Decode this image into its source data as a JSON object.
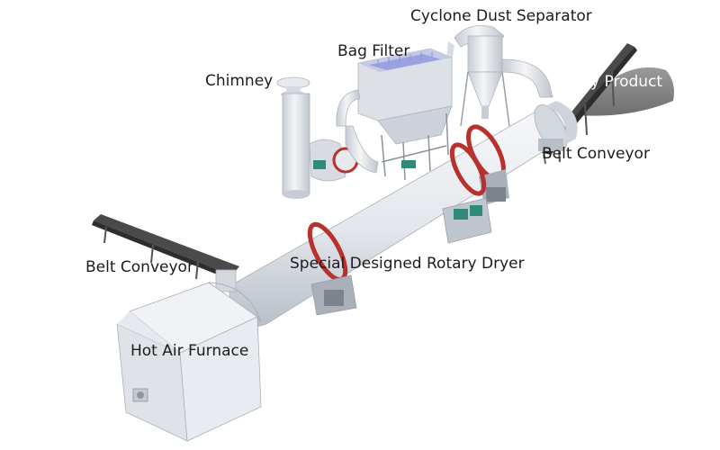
{
  "labels": {
    "cyclone_dust_separator": "Cyclone Dust Separator",
    "bag_filter": "Bag Filter",
    "chimney": "Chimney",
    "dry_product": "Dry Product",
    "belt_conveyor_right": "Belt Conveyor",
    "belt_conveyor_left": "Belt Conveyor",
    "rotary_dryer": "Special Designed Rotary Dryer",
    "hot_air_furnace": "Hot Air Furnace"
  },
  "colors": {
    "equipment": "#eceef2",
    "equipment_shade": "#c9ced6",
    "ring_gear": "#b8312c",
    "motor": "#2f8a7a",
    "product_pile": "#8f8f8f",
    "conveyor": "#4a4a4a",
    "filter_bag_top": "#9aa3e0"
  }
}
